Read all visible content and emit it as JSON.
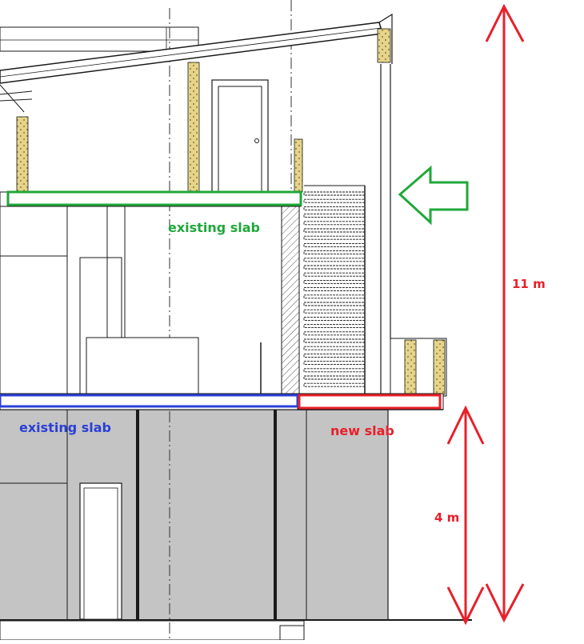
{
  "labels": {
    "upper_slab": "existing slab",
    "lower_slab": "existing slab",
    "new_slab": "new slab",
    "total_height": "11 m",
    "lower_height": "4 m"
  },
  "colors": {
    "upper_slab": "#1fa83a",
    "lower_slab": "#2b3fd6",
    "new_slab": "#e8202a",
    "dimension": "#e8202a",
    "arrow": "#1fa83a",
    "ground_floor_fill": "#c4c4c4",
    "line": "#1a1a1a",
    "insulation": "#e6d48a"
  },
  "icons": {
    "pointer": "left-arrow-icon"
  }
}
